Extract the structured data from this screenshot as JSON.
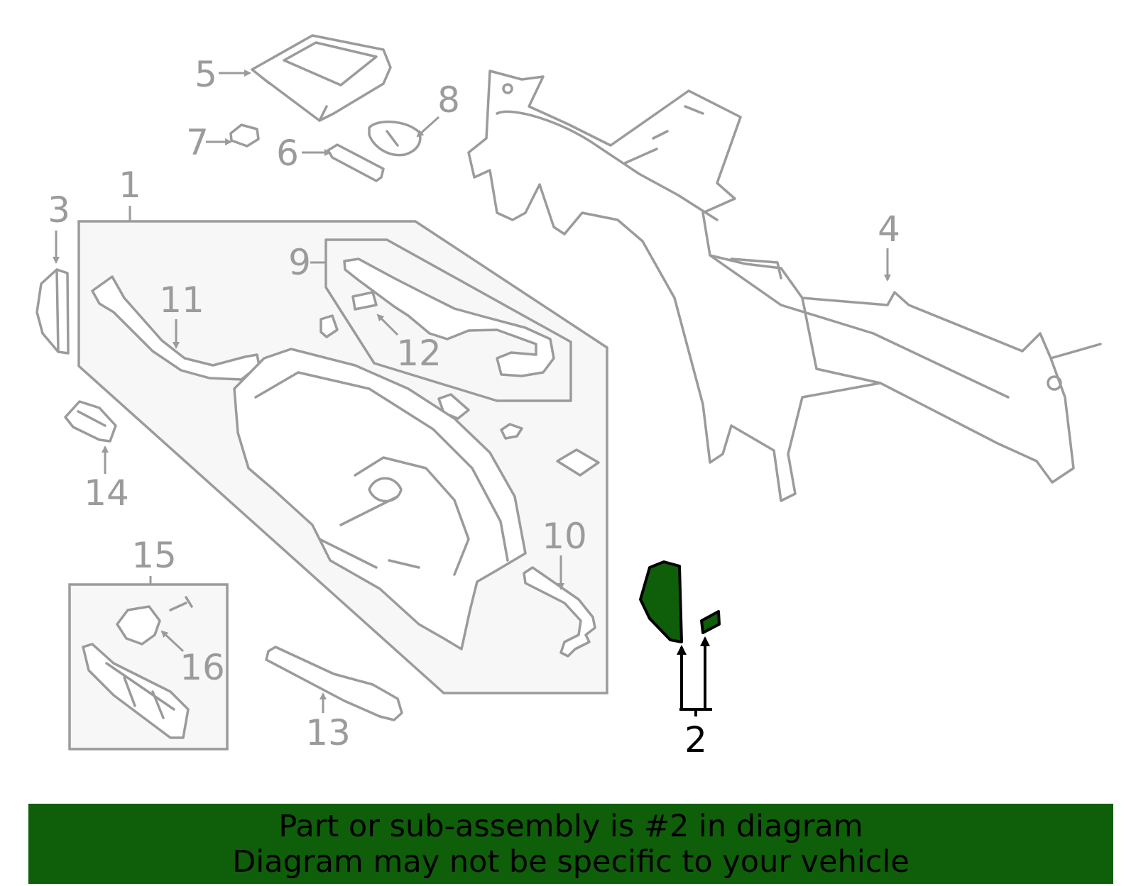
{
  "callouts": {
    "c1": "1",
    "c2": "2",
    "c3": "3",
    "c4": "4",
    "c5": "5",
    "c6": "6",
    "c7": "7",
    "c8": "8",
    "c9": "9",
    "c10": "10",
    "c11": "11",
    "c12": "12",
    "c13": "13",
    "c14": "14",
    "c15": "15",
    "c16": "16"
  },
  "highlight": {
    "part_number": "2",
    "color": "#0f5e0a",
    "outline_color": "#000000"
  },
  "colors": {
    "line": "#9b9b9b",
    "group_fill": "#f7f7f7",
    "banner": "#0f5e0a"
  },
  "banner": {
    "line1": "Part or sub-assembly is #2 in diagram",
    "line2": "Diagram may not be specific to your vehicle"
  }
}
